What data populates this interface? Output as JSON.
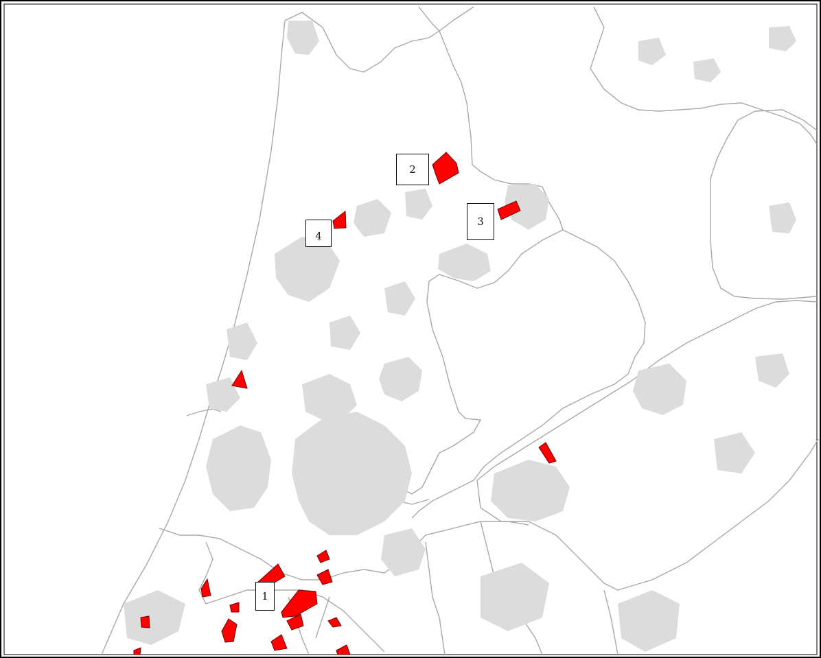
{
  "map": {
    "colors": {
      "land": "#ffffff",
      "boundary": "#a8a8a8",
      "urban": "#dcdcdc",
      "highlight": "#ff0000",
      "highlight_outline": "#6b0000",
      "frame": "#000000"
    },
    "labels": [
      {
        "id": "1",
        "text": "1"
      },
      {
        "id": "2",
        "text": "2"
      },
      {
        "id": "3",
        "text": "3"
      },
      {
        "id": "4",
        "text": "4"
      }
    ]
  }
}
